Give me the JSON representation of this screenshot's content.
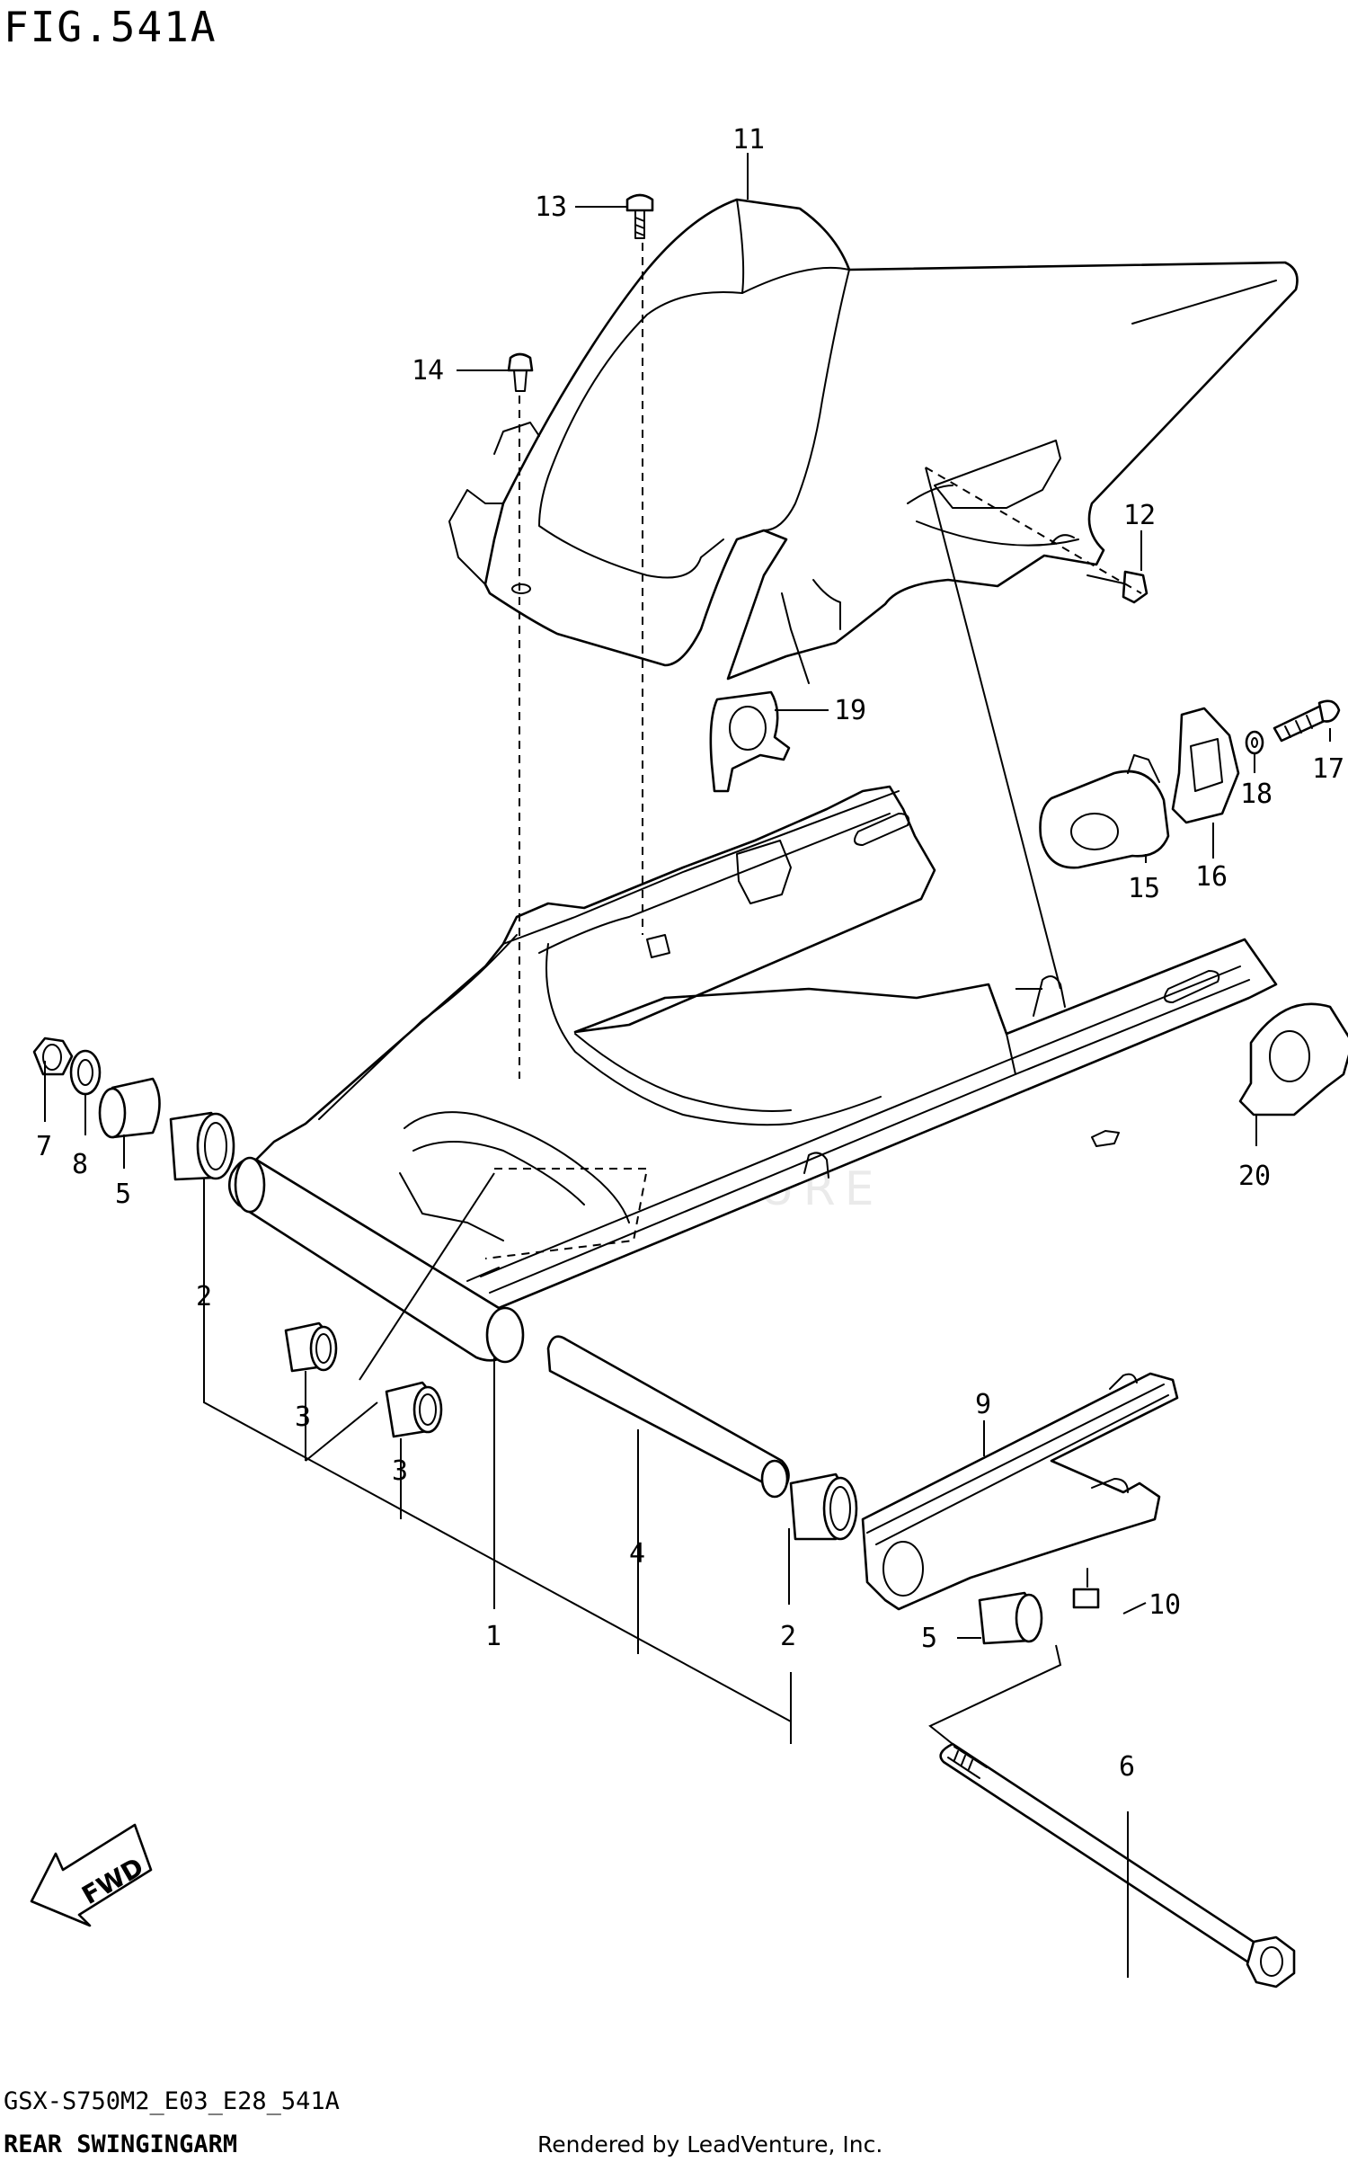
{
  "figure": {
    "title": "FIG.541A",
    "model_code": "GSX-S750M2_E03_E28_541A",
    "diagram_name": "REAR SWINGINGARM",
    "credit": "Rendered by LeadVenture, Inc.",
    "watermark": "LEADVENTURE",
    "direction_label": "FWD"
  },
  "callouts": {
    "c1": "1",
    "c2a": "2",
    "c2b": "2",
    "c3a": "3",
    "c3b": "3",
    "c4": "4",
    "c5a": "5",
    "c5b": "5",
    "c6": "6",
    "c7": "7",
    "c8": "8",
    "c9": "9",
    "c10": "10",
    "c11": "11",
    "c12": "12",
    "c13": "13",
    "c14": "14",
    "c15": "15",
    "c16": "16",
    "c17": "17",
    "c18": "18",
    "c19": "19",
    "c20": "20"
  }
}
